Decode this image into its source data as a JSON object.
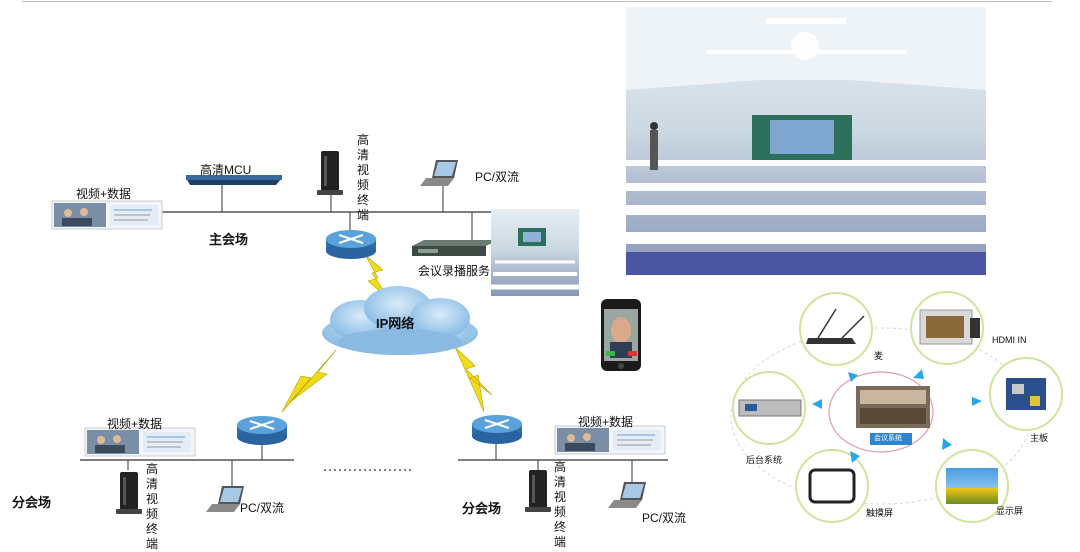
{
  "main_site": {
    "name": "主会场",
    "mcu": "高清MCU",
    "terminal": "高清视频终端",
    "video_data": "视频+数据",
    "pc": "PC/双流",
    "recorder": "会议录播服务"
  },
  "network": {
    "name": "IP网络"
  },
  "branch_left": {
    "name": "分会场",
    "video_data": "视频+数据",
    "terminal": "高清视频终端",
    "pc": "PC/双流"
  },
  "branch_right": {
    "name": "分会场",
    "video_data": "视频+数据",
    "terminal": "高清视频终端",
    "pc": "PC/双流"
  },
  "system_ring": {
    "center": "会议系统",
    "items": {
      "mic": "麦",
      "hdmi": "HDMI  IN",
      "mainboard": "主板",
      "display": "显示屏",
      "touch": "触摸屏",
      "console": "后台系统"
    }
  },
  "colors": {
    "router": "#3d86c6",
    "cloud": "#9cc8ec",
    "lightning": "#f2dc1a",
    "ring": "#cfe59c",
    "arrow": "#2aa7e8",
    "center_label": "#2f84cf"
  }
}
